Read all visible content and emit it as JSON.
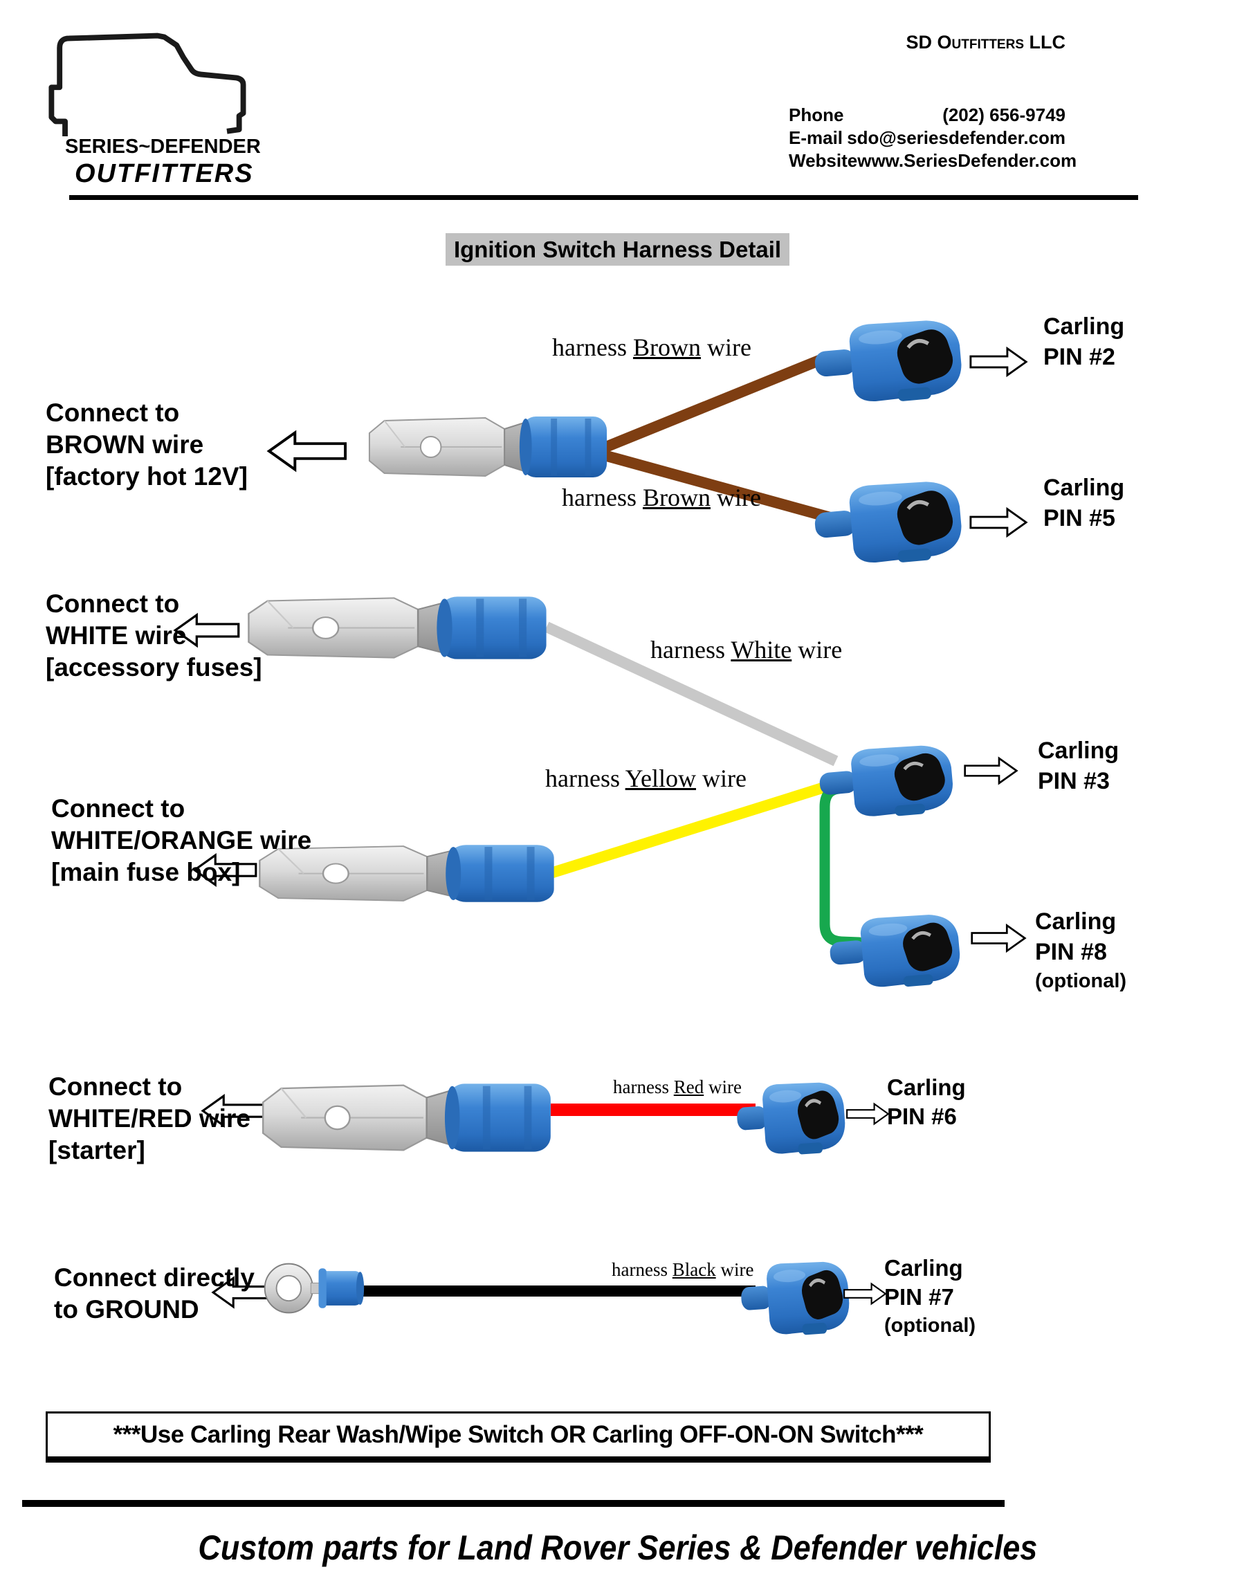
{
  "header": {
    "logo": {
      "line1": "SERIES~DEFENDER",
      "line2": "OUTFITTERS"
    },
    "company": "SD Outfitters LLC",
    "contact": [
      {
        "label": "Phone",
        "value": "(202) 656-9749"
      },
      {
        "label": "E-mail",
        "value": "sdo@seriesdefender.com"
      },
      {
        "label": "Website",
        "value": "www.SeriesDefender.com"
      }
    ]
  },
  "title": "Ignition Switch Harness Detail",
  "connect_labels": [
    {
      "l1": "Connect to",
      "l2": "BROWN wire",
      "l3": "[factory hot 12V]"
    },
    {
      "l1": "Connect to",
      "l2": "WHITE wire",
      "l3": "[accessory fuses]"
    },
    {
      "l1": "Connect to",
      "l2": "WHITE/ORANGE wire",
      "l3": "[main fuse box]"
    },
    {
      "l1": "Connect to",
      "l2": "WHITE/RED wire",
      "l3": "[starter]"
    },
    {
      "l1": "Connect directly",
      "l2": "to GROUND",
      "l3": ""
    }
  ],
  "harness_labels": [
    {
      "pre": "harness ",
      "color": "Brown",
      "post": " wire"
    },
    {
      "pre": "harness ",
      "color": "Brown",
      "post": " wire"
    },
    {
      "pre": "harness ",
      "color": "White",
      "post": " wire"
    },
    {
      "pre": "harness ",
      "color": "Yellow",
      "post": " wire"
    },
    {
      "pre": "harness ",
      "color": "Red",
      "post": " wire"
    },
    {
      "pre": "harness ",
      "color": "Black",
      "post": " wire"
    }
  ],
  "carling_labels": [
    {
      "l1": "Carling",
      "l2": "PIN #2",
      "note": ""
    },
    {
      "l1": "Carling",
      "l2": "PIN #5",
      "note": ""
    },
    {
      "l1": "Carling",
      "l2": "PIN #3",
      "note": ""
    },
    {
      "l1": "Carling",
      "l2": "PIN #8",
      "note": "(optional)"
    },
    {
      "l1": "Carling",
      "l2": "PIN #6",
      "note": ""
    },
    {
      "l1": "Carling",
      "l2": "PIN #7",
      "note": "(optional)"
    }
  ],
  "footer": {
    "note": "***Use Carling Rear Wash/Wipe Switch OR Carling OFF-ON-ON Switch***",
    "tagline": "Custom parts for Land Rover Series & Defender vehicles"
  },
  "colors": {
    "wire_brown": "#7E3E12",
    "wire_white": "#C8C8C8",
    "wire_yellow": "#FFF200",
    "wire_green": "#17A84E",
    "wire_red": "#FF0000",
    "wire_black": "#000000",
    "connector_blue": "#2E7AC9",
    "title_highlight": "#C0C0C0"
  }
}
